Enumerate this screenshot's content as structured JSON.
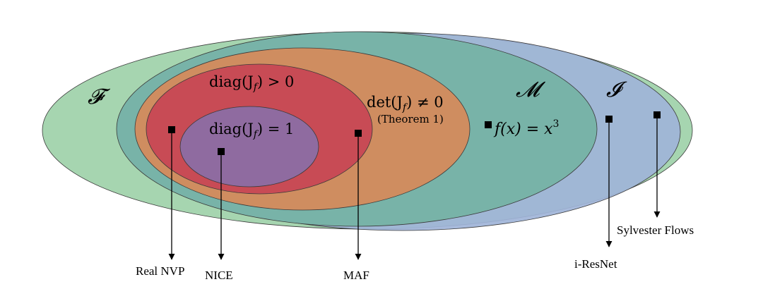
{
  "sets": {
    "F": {
      "symbol": "𝓕",
      "color": "#a6d5b0"
    },
    "I": {
      "symbol": "𝓘",
      "color": "#9fb4d8"
    },
    "M": {
      "symbol": "𝓜",
      "color": "#78b3a8"
    },
    "det": {
      "condition": "det(J",
      "condition_sub": "f",
      "condition_tail": ") ≠ 0",
      "note": "(Theorem 1)",
      "color": "#cf8d60"
    },
    "diag_pos": {
      "condition": "diag(J",
      "condition_sub": "f",
      "condition_tail": ") > 0",
      "color": "#c84b55"
    },
    "diag_one": {
      "condition": "diag(J",
      "condition_sub": "f",
      "condition_tail": ") = 1",
      "color": "#8f6ba0"
    }
  },
  "example_function": {
    "text": "f(x) = x",
    "exponent": "3"
  },
  "models": {
    "real_nvp": "Real NVP",
    "nice": "NICE",
    "maf": "MAF",
    "i_resnet": "i-ResNet",
    "sylvester": "Sylvester Flows"
  }
}
